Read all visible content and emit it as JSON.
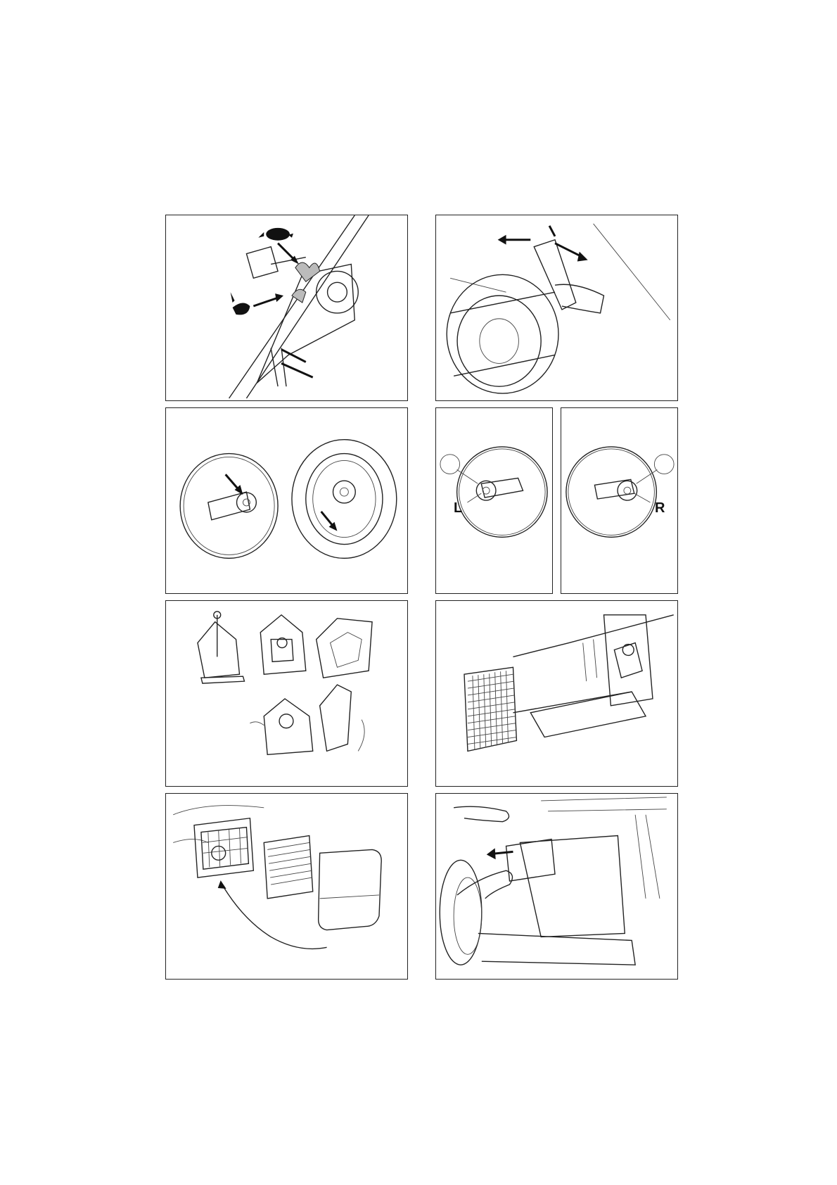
{
  "figures": [
    {
      "id": "speed-lever",
      "icons": [
        "tortoise-icon",
        "hare-icon"
      ]
    },
    {
      "id": "wheel-height-adjuster"
    },
    {
      "id": "wheel-gear"
    },
    {
      "id": "gear-left",
      "label": "L"
    },
    {
      "id": "gear-right",
      "label": "R"
    },
    {
      "id": "air-filter-types"
    },
    {
      "id": "air-filter-housing"
    },
    {
      "id": "air-filter-cover"
    },
    {
      "id": "filter-removal"
    }
  ],
  "labels": {
    "left": "L",
    "right": "R"
  }
}
